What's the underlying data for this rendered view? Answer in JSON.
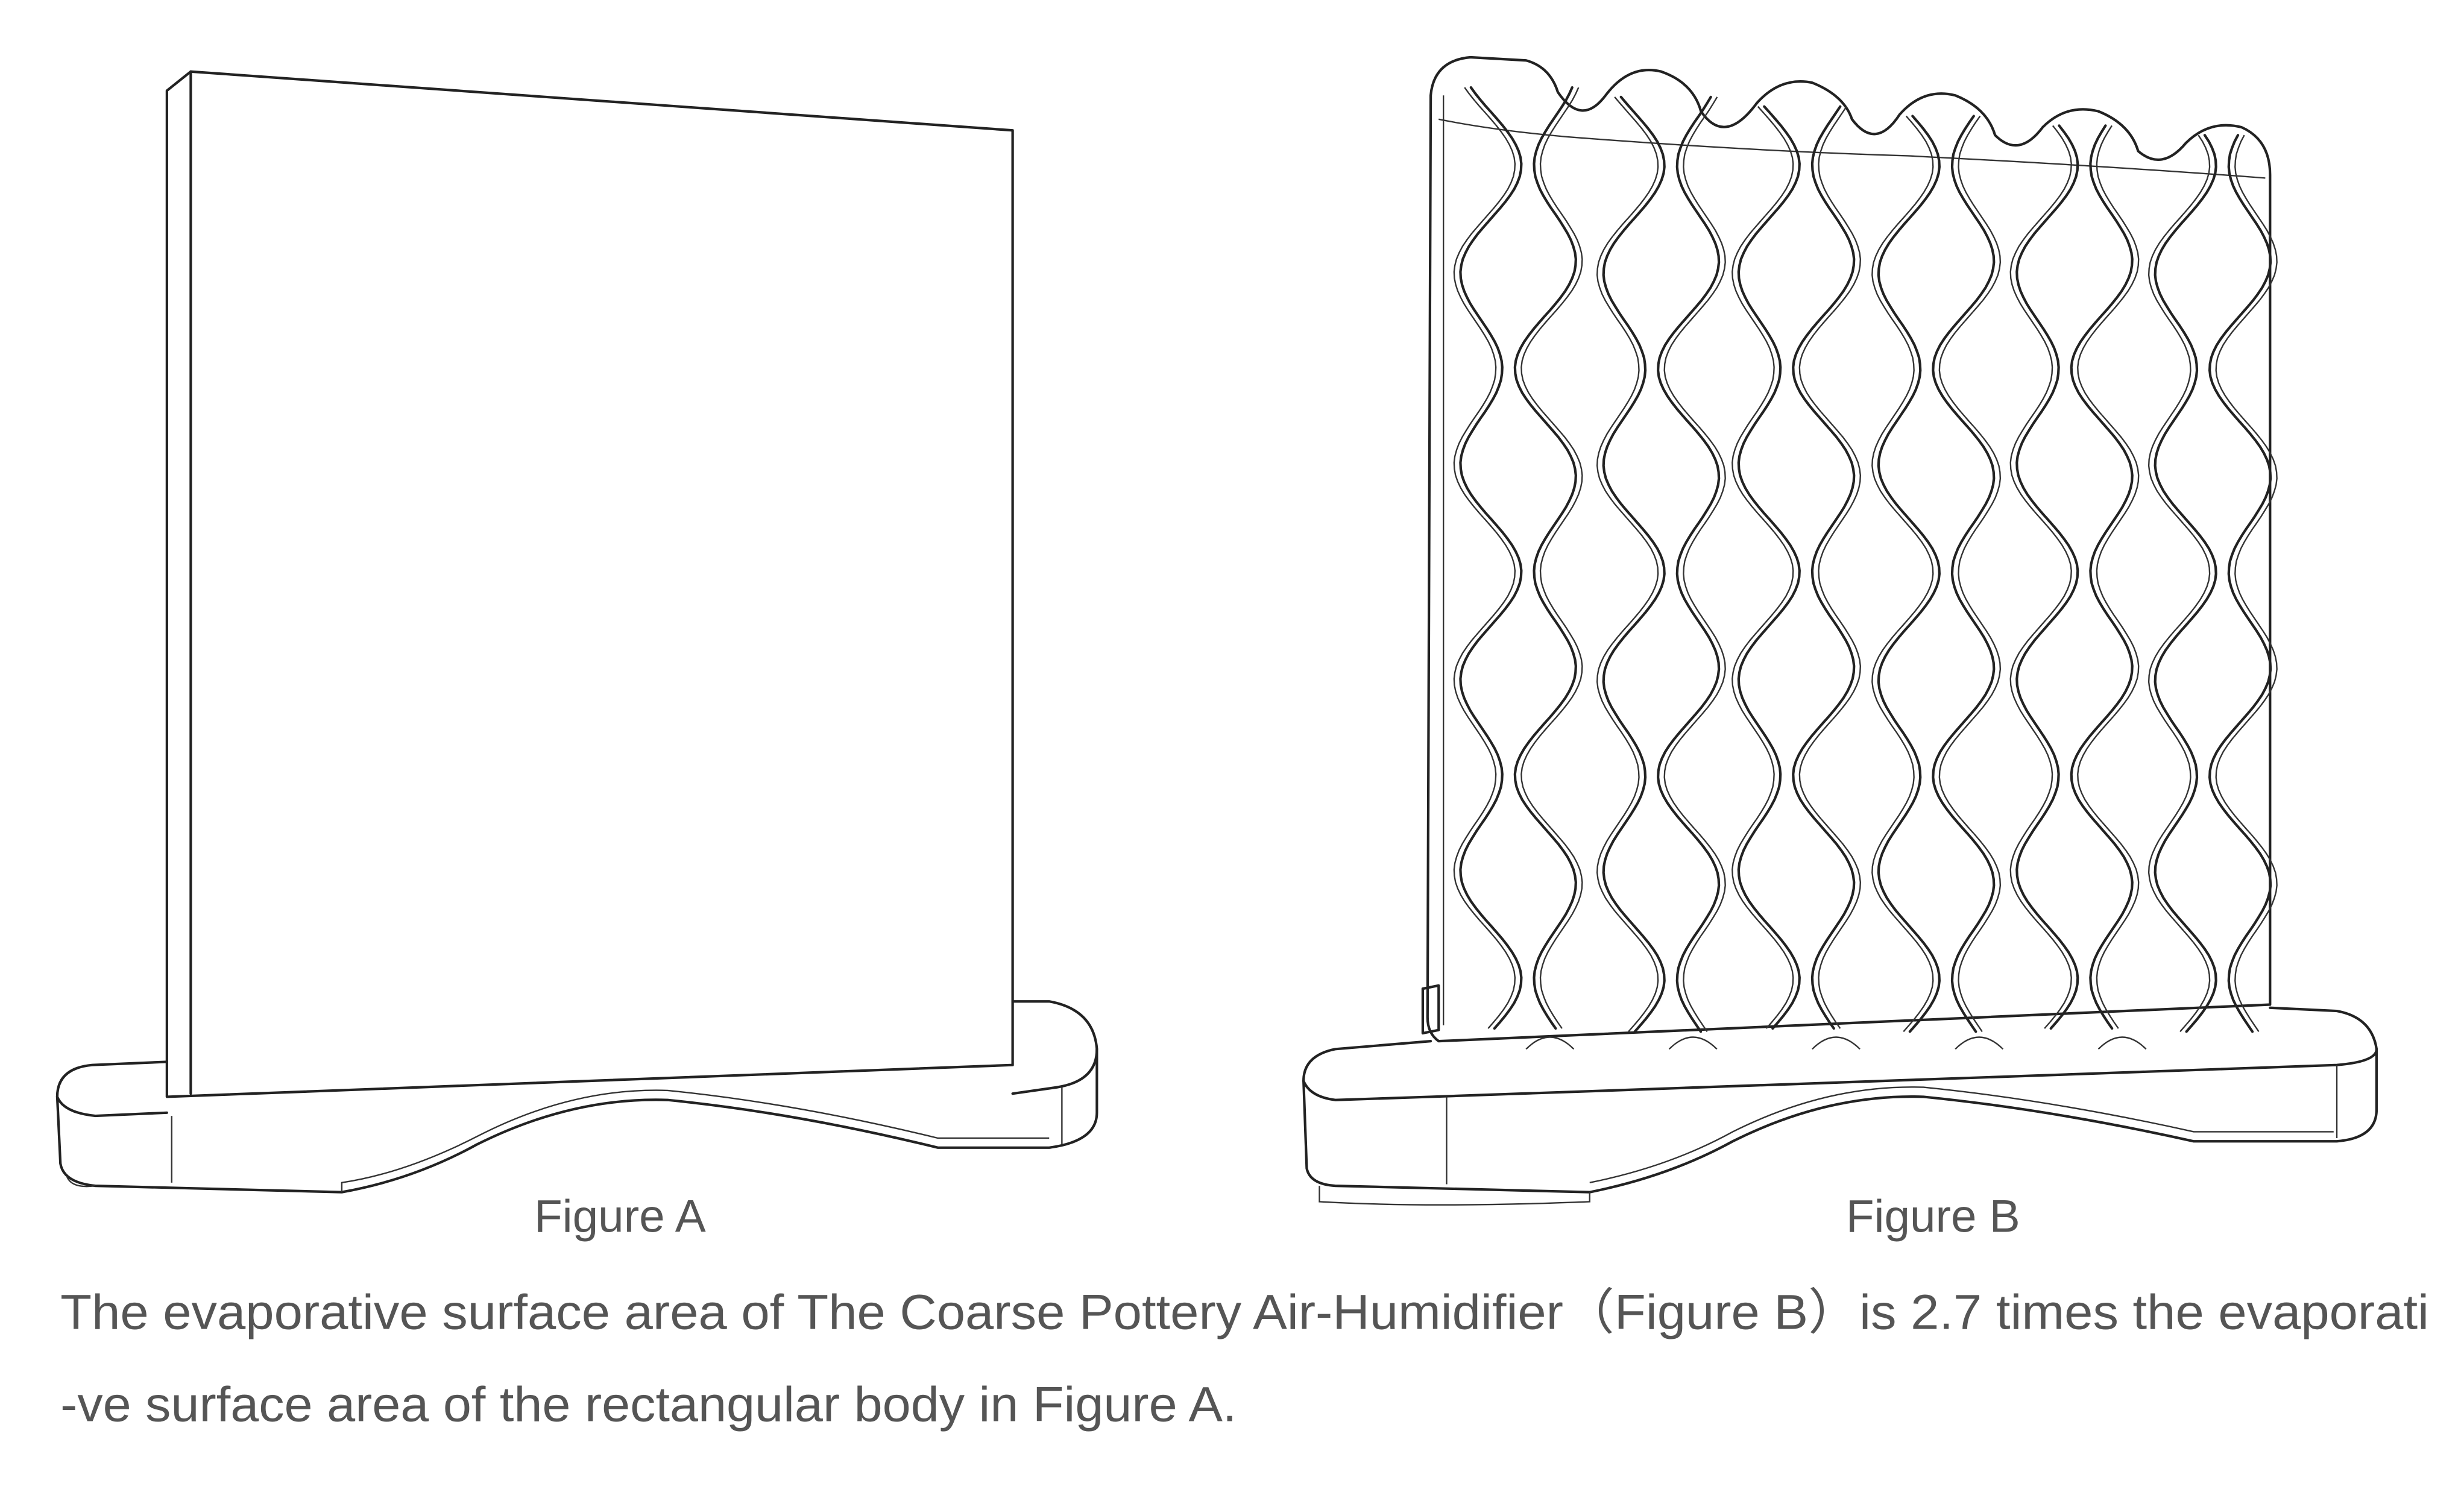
{
  "figures": {
    "a": {
      "label": "Figure A"
    },
    "b": {
      "label": "Figure B"
    }
  },
  "description": {
    "line1": "The evaporative surface area of The Coarse Pottery Air-Humidifier（Figure B）is 2.7 times the evaporati",
    "line2": "-ve surface area of the rectangular body in Figure A."
  }
}
